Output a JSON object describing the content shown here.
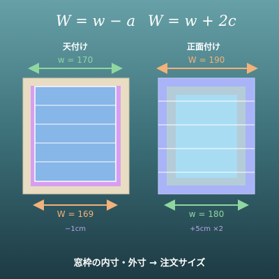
{
  "formulas": {
    "left": "W = w − a",
    "right": "W = w + 2c"
  },
  "left_panel": {
    "heading": "天付け",
    "top_dimension": "w = 170",
    "bottom_dimension": "W = 169",
    "note": "−1cm"
  },
  "right_panel": {
    "heading": "正面付け",
    "top_dimension": "W = 190",
    "bottom_dimension": "w = 180",
    "note": "+5cm ×2"
  },
  "footer": "窓枠の内寸・外寸 → 注文サイズ",
  "colors": {
    "frame_beige": "#e8dcc3",
    "blind_blue": "#87b6e8",
    "pink_edge": "#d79ef0",
    "outer_periwinkle": "#a9b3f7",
    "inner_light_blue": "#a8dcf3",
    "arrow_green": "#8fd6a0",
    "arrow_orange": "#f2b27a"
  }
}
